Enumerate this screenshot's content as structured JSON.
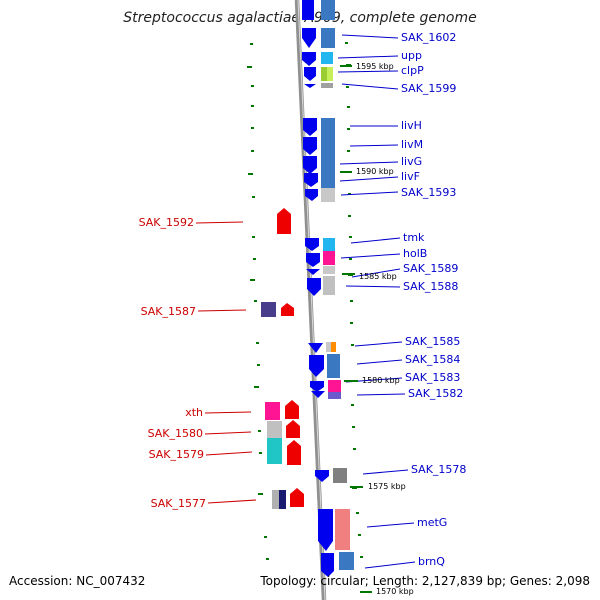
{
  "title": "Streptococcus agalactiae A909, complete genome",
  "footer": {
    "accession": "Accession: NC_007432",
    "summary": "Topology: circular; Length: 2,127,839 bp; Genes: 2,098"
  },
  "colors": {
    "forward": "#0000cc",
    "reverse": "#cc0000",
    "backbone": "#909090",
    "ticks": "#007700"
  },
  "ticks": [
    "1595 kbp",
    "1590 kbp",
    "1585 kbp",
    "1580 kbp",
    "1575 kbp",
    "1570 kbp"
  ],
  "genes_forward": [
    "SAK_1602",
    "upp",
    "clpP",
    "SAK_1599",
    "livH",
    "livM",
    "livG",
    "livF",
    "SAK_1593",
    "tmk",
    "holB",
    "SAK_1589",
    "SAK_1588",
    "SAK_1585",
    "SAK_1584",
    "SAK_1583",
    "SAK_1582",
    "SAK_1578",
    "metG",
    "brnQ"
  ],
  "genes_reverse": [
    "SAK_1592",
    "SAK_1587",
    "xth",
    "SAK_1580",
    "SAK_1579",
    "SAK_1577"
  ]
}
